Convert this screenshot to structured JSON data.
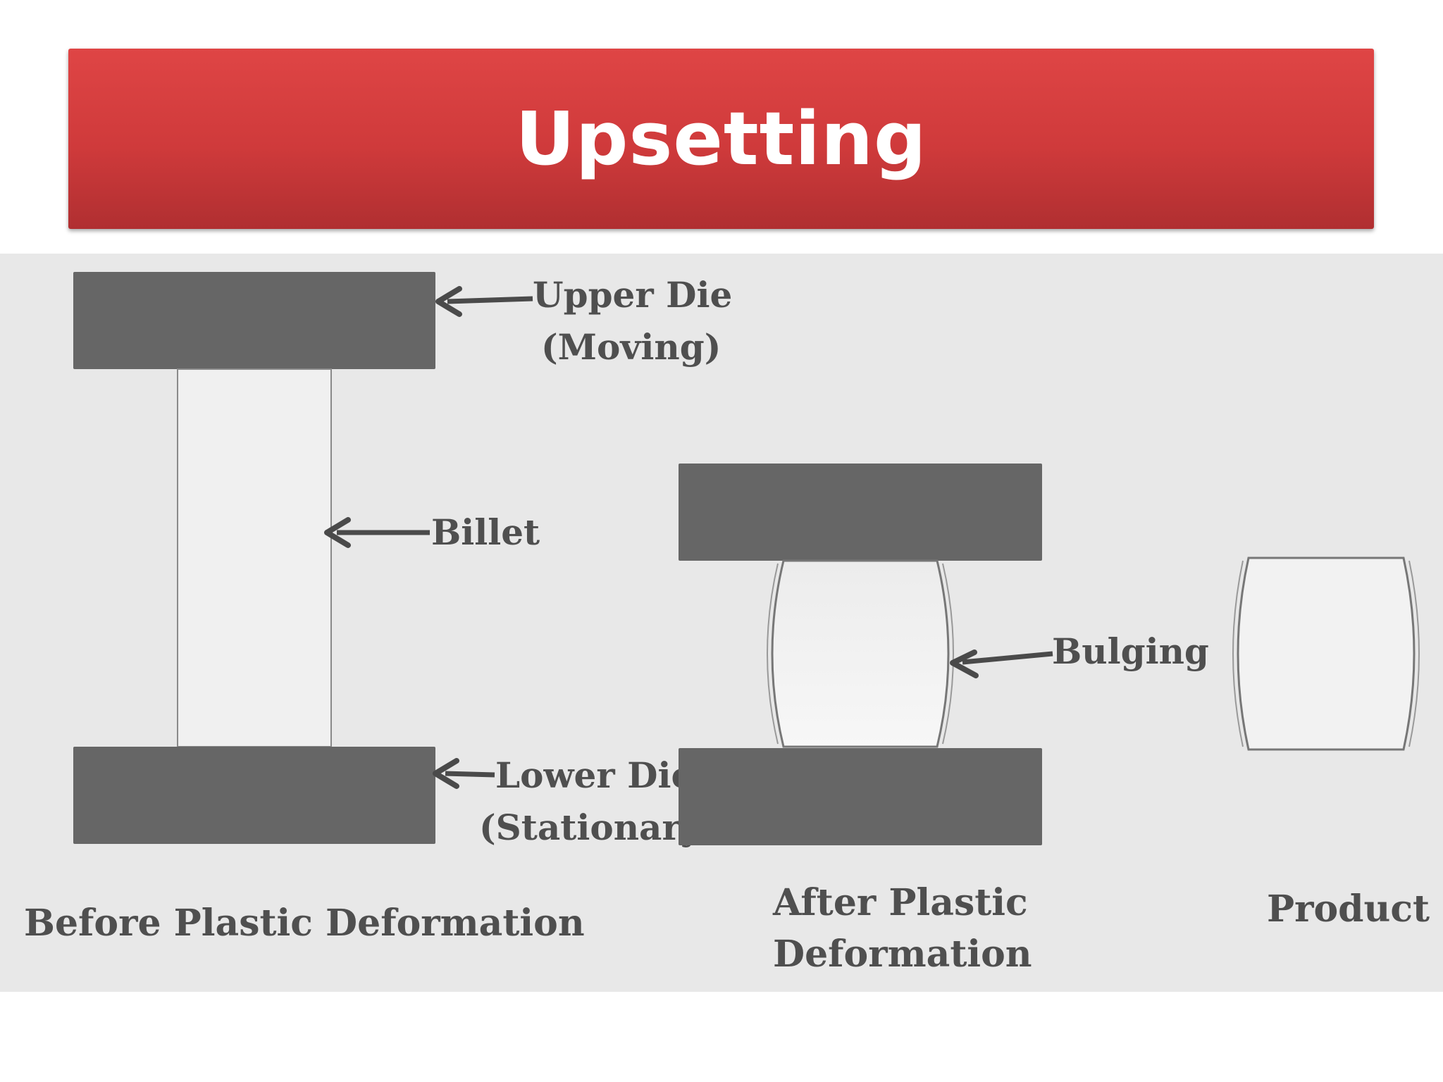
{
  "title": "Upsetting",
  "labels": {
    "upper_die_line1": "Upper Die",
    "upper_die_line2": "(Moving)",
    "billet": "Billet",
    "lower_die_line1": "Lower Die",
    "lower_die_line2": "(Stationary)",
    "bulging": "Bulging",
    "before_caption": "Before Plastic Deformation",
    "after_caption_line1": "After Plastic",
    "after_caption_line2": "Deformation",
    "product_caption": "Product"
  },
  "colors": {
    "banner": "#cf3a3b",
    "die": "#666666",
    "billet_fill": "#f0f0f0",
    "panel_bg": "#e8e8e8",
    "text": "#4f4f4f"
  }
}
